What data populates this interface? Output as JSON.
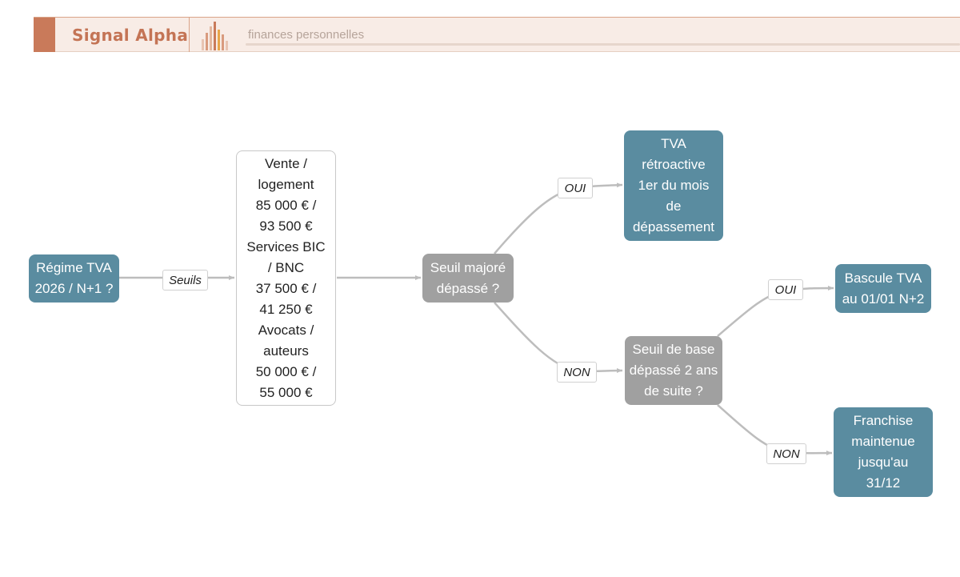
{
  "header": {
    "brand": "Signal Alpha",
    "tagline": "finances personnelles",
    "accent_color": "#c97a5a",
    "logo_icon": "bar-chart-logo-icon"
  },
  "diagram": {
    "nodes": {
      "start": "Régime TVA\n2026 / N+1 ?",
      "thresholds": "Vente /\nlogement\n85 000 € /\n93 500 €\nServices BIC\n/ BNC\n37 500 € /\n41 250 €\nAvocats /\nauteurs\n50 000 € /\n55 000 €",
      "decision_major": "Seuil majoré\ndépassé ?",
      "tva_retro": "TVA\nrétroactive\n1er du mois\nde\ndépassement",
      "decision_base": "Seuil de base\ndépassé 2 ans\nde suite ?",
      "bascule": "Bascule TVA\nau 01/01 N+2",
      "franchise": "Franchise\nmaintenue\njusqu'au\n31/12"
    },
    "edge_labels": {
      "seuils": "Seuils",
      "oui_1": "OUI",
      "non_1": "NON",
      "oui_2": "OUI",
      "non_2": "NON"
    },
    "colors": {
      "terminal": "#5a8ca0",
      "decision": "#a0a0a0",
      "edge": "#bdbdbd"
    }
  }
}
